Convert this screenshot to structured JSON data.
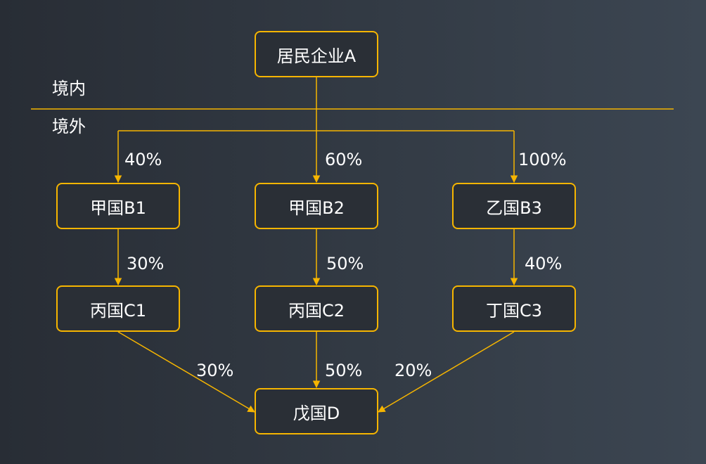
{
  "regions": {
    "domestic": "境内",
    "overseas": "境外"
  },
  "nodes": {
    "a": "居民企业A",
    "b1": "甲国B1",
    "b2": "甲国B2",
    "b3": "乙国B3",
    "c1": "丙国C1",
    "c2": "丙国C2",
    "c3": "丁国C3",
    "d": "戊国D"
  },
  "edges": {
    "a_b1": "40%",
    "a_b2": "60%",
    "a_b3": "100%",
    "b1_c1": "30%",
    "b2_c2": "50%",
    "b3_c3": "40%",
    "c1_d": "30%",
    "c2_d": "50%",
    "c3_d": "20%"
  },
  "colors": {
    "accent": "#f6b500",
    "text": "#ffffff",
    "node_fill": "#2a2f36"
  }
}
